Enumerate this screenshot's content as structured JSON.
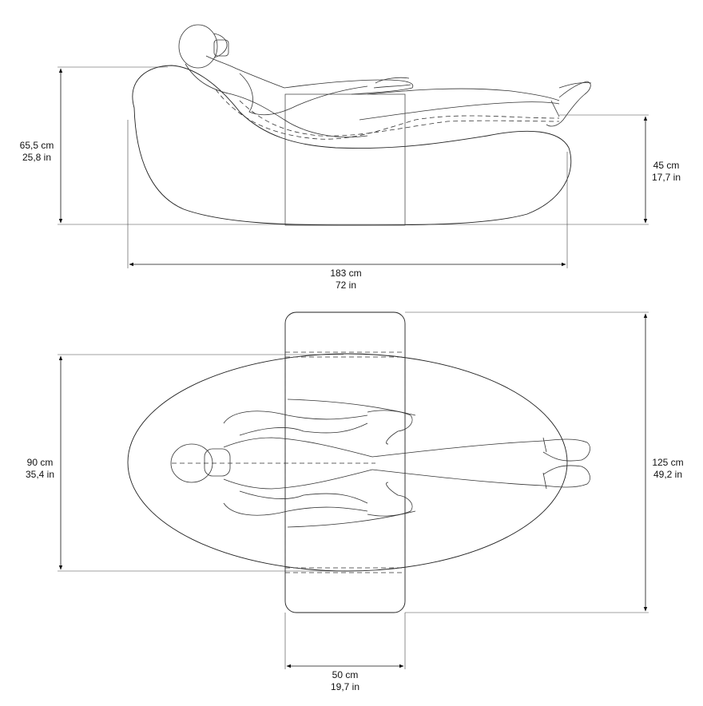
{
  "side_view": {
    "height_total": {
      "cm": "65,5 cm",
      "in": "25,8 in"
    },
    "seat_height": {
      "cm": "45 cm",
      "in": "17,7 in"
    },
    "length": {
      "cm": "183 cm",
      "in": "72 in"
    }
  },
  "top_view": {
    "width": {
      "cm": "90 cm",
      "in": "35,4 in"
    },
    "strap_length": {
      "cm": "125 cm",
      "in": "49,2 in"
    },
    "strap_width": {
      "cm": "50 cm",
      "in": "19,7 in"
    }
  }
}
